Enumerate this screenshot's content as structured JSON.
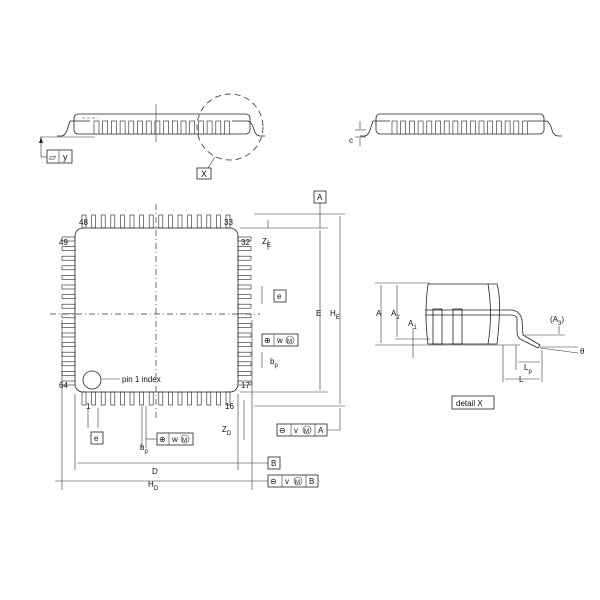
{
  "side_view": {
    "flatness_symbol": "▱",
    "datum_y": "y",
    "detail_ref": "X",
    "dim_c": "c"
  },
  "top_view": {
    "pin_numbers": {
      "p1": "1",
      "p16": "16",
      "p17": "17",
      "p32": "32",
      "p33": "33",
      "p48": "48",
      "p49": "49",
      "p64": "64"
    },
    "pin_count_per_side": 16,
    "pin1_index_label": "pin 1 index",
    "datum_a": "A",
    "datum_b": "B",
    "dims": {
      "e": "e",
      "b": "b",
      "b_sub": "p",
      "z_e": "Z",
      "z_e_sub": "E",
      "z_d": "Z",
      "z_d_sub": "D",
      "E": "E",
      "H_E": "H",
      "H_E_sub": "E",
      "D": "D",
      "H_D": "H",
      "H_D_sub": "D"
    },
    "tol_w": {
      "symbol": "⊕",
      "letter": "w",
      "modifier": "M"
    },
    "tol_v_a": {
      "symbol": "⊖",
      "letter": "v",
      "modifier": "M",
      "datum": "A"
    },
    "tol_v_b": {
      "symbol": "⊖",
      "letter": "v",
      "modifier": "M",
      "datum": "B"
    }
  },
  "detail": {
    "title": "detail X",
    "A": "A",
    "A1": "A",
    "A1_sub": "1",
    "A2": "A",
    "A2_sub": "2",
    "A3_open": "(A",
    "A3_sub": "3",
    "A3_close": ")",
    "L": "L",
    "Lp": "L",
    "Lp_sub": "p",
    "theta": "θ"
  }
}
